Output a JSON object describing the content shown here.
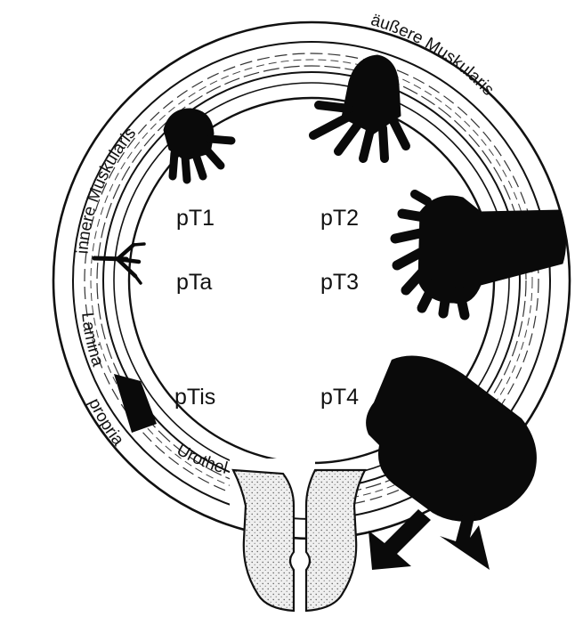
{
  "layers": {
    "inner_muscle": "innere Muskularis",
    "outer_muscle": "äußere Muskularis",
    "lamina": "Lamina",
    "propria": "propria",
    "urothel": "Urothel"
  },
  "stages": {
    "pT1": "pT1",
    "pT2": "pT2",
    "pTa": "pTa",
    "pT3": "pT3",
    "pTis": "pTis",
    "pT4": "pT4"
  },
  "colors": {
    "ink": "#111111",
    "tumor": "#0a0a0a",
    "stipple": "#e6e6e6"
  }
}
